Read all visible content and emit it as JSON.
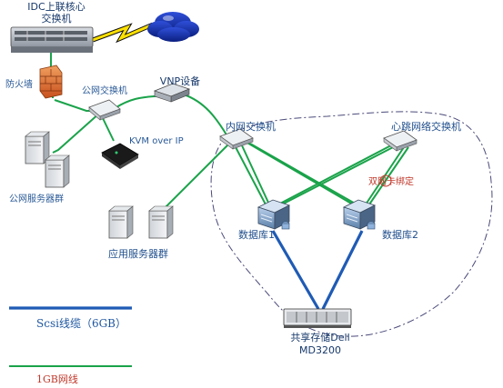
{
  "labels": {
    "core_switch": [
      "IDC上联核心",
      "交换机"
    ],
    "firewall": "防火墙",
    "public_switch": "公网交换机",
    "vnp": "VNP设备",
    "kvm": "KVM over IP",
    "public_servers": "公网服务器群",
    "app_servers": "应用服务器群",
    "inner_switch": "内网交换机",
    "heartbeat_switch": "心跳网络交换机",
    "dual_nic": "双网卡绑定",
    "db1": "数据库1",
    "db2": "数据库2",
    "storage": [
      "共享存储Dell",
      "MD3200"
    ]
  },
  "legend": {
    "scsi": "Scsi线缆（6GB）",
    "gigabit": "1GB网线"
  },
  "colors": {
    "gigabit_line": "#1aa34a",
    "scsi_line": "#1f5bb5",
    "boundary": "#4a4a7a",
    "annotation": "#c0392b"
  },
  "icons": {
    "core_switch": "rack-switch-icon",
    "internet": "cloud-icon",
    "link": "lightning-icon",
    "firewall": "brick-firewall-icon",
    "switch": "network-switch-icon",
    "vnp": "appliance-icon",
    "kvm": "kvm-device-icon",
    "server": "tower-server-icon",
    "database": "db-server-icon",
    "storage": "disk-array-icon"
  }
}
